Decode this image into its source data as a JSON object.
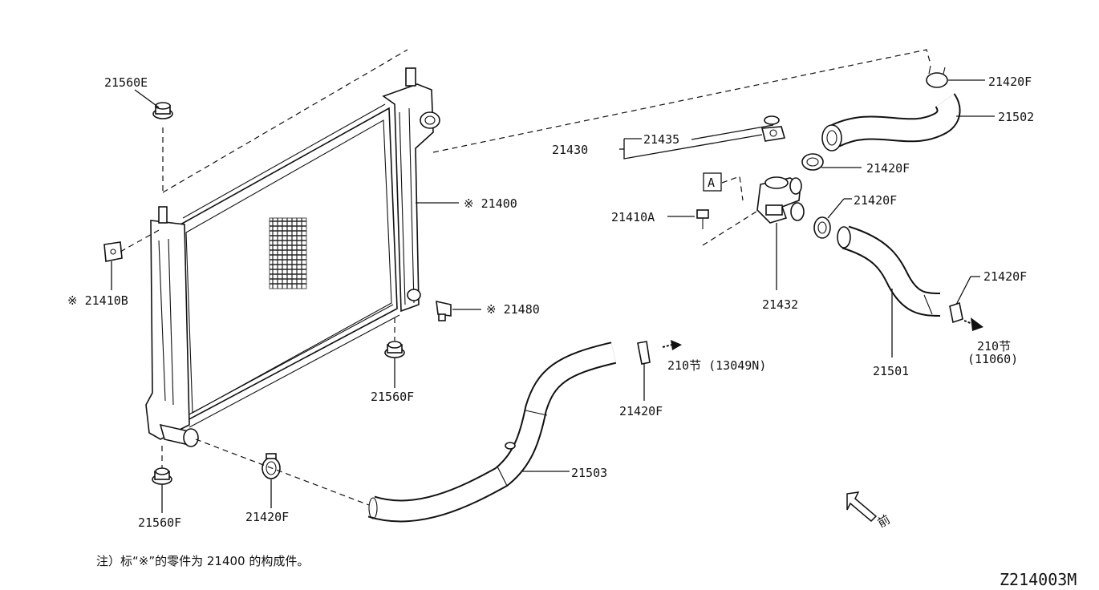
{
  "diagram_code": "Z214003M",
  "note": "注）标“※”的零件为 21400 的构成件。",
  "front_mark": "前",
  "box_marker": "A",
  "labels": {
    "p21560E": "21560E",
    "p21410B": "※ 21410B",
    "p21400": "※ 21400",
    "p21480": "※ 21480",
    "p21560F_mid": "21560F",
    "p21560F_bot": "21560F",
    "p21420F_bot": "21420F",
    "p21503": "21503",
    "p21420F_mid": "21420F",
    "ref_13049N": "210节 (13049N)",
    "p21420F_top": "21420F",
    "p21502": "21502",
    "p21435": "21435",
    "p21430": "21430",
    "p21420F_r1": "21420F",
    "p21420F_r2": "21420F",
    "p21410A": "21410A",
    "p21432": "21432",
    "p21420F_r3": "21420F",
    "ref_11060_a": "210节",
    "ref_11060_b": "(11060)",
    "p21501": "21501"
  }
}
